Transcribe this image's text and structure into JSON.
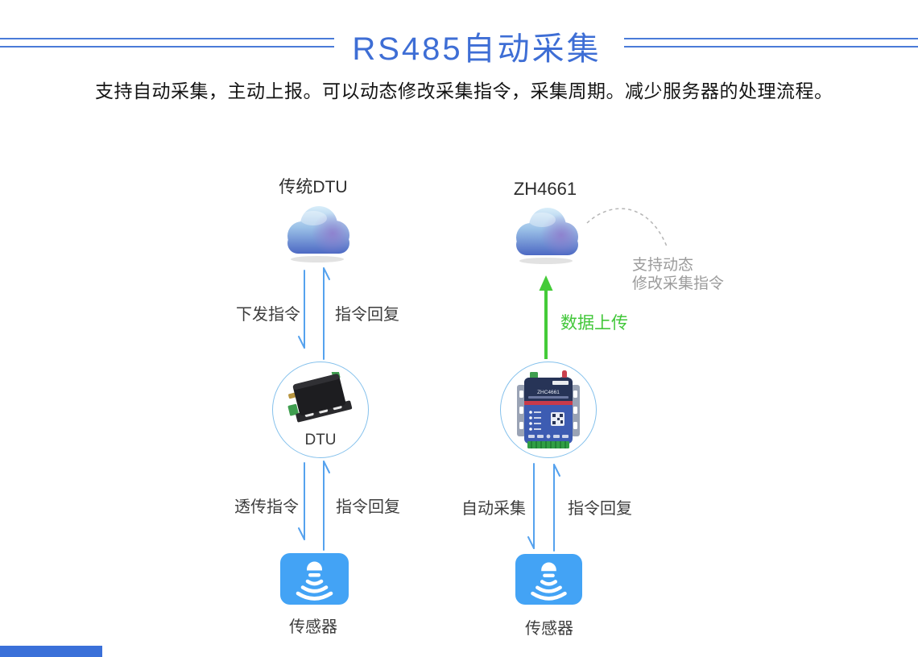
{
  "header": {
    "title": "RS485自动采集"
  },
  "intro": "支持自动采集，主动上报。可以动态修改采集指令，采集周期。减少服务器的处理流程。",
  "left_flow": {
    "cloud_label": "传统DTU",
    "arrow_down_top": "下发指令",
    "arrow_up_top": "指令回复",
    "device_label": "DTU",
    "arrow_down_bottom": "透传指令",
    "arrow_up_bottom": "指令回复",
    "sensor_label": "传感器"
  },
  "right_flow": {
    "cloud_label": "ZH4661",
    "upload_label": "数据上传",
    "note": {
      "line1": "支持动态",
      "line2": "修改采集指令"
    },
    "device_model": "ZHC4661",
    "arrow_down_bottom": "自动采集",
    "arrow_up_bottom": "指令回复",
    "sensor_label": "传感器"
  },
  "colors": {
    "title_blue": "#3E6ED5",
    "header_line_blue": "#4A7BD8",
    "arrow_blue": "#55A2EE",
    "upload_green": "#44CB38",
    "sensor_blue": "#43A3F5",
    "note_gray": "#9B9B9B",
    "bottom_bar_blue": "#3A70D9"
  }
}
